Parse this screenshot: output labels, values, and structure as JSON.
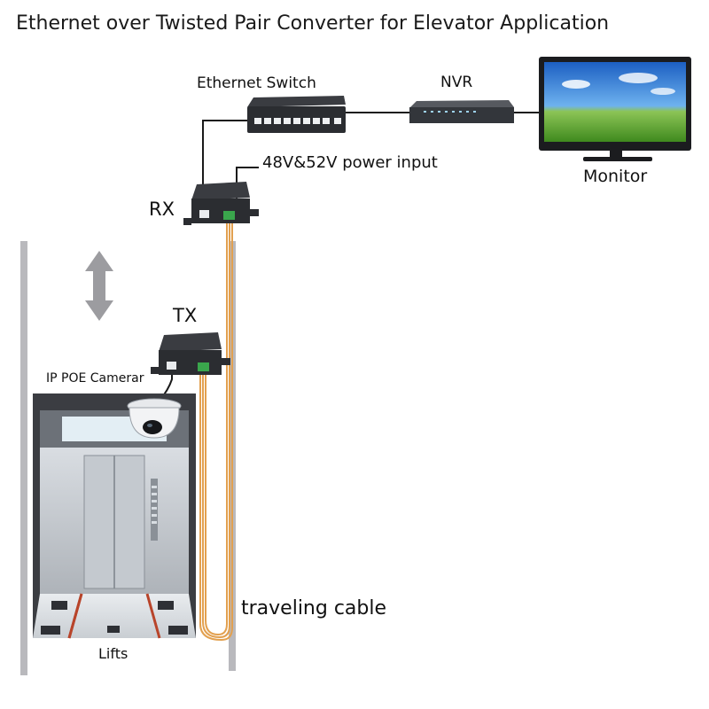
{
  "title": "Ethernet over Twisted Pair Converter for Elevator Application",
  "labels": {
    "ethernet_switch": "Ethernet Switch",
    "nvr": "NVR",
    "monitor": "Monitor",
    "power_input": "48V&52V power input",
    "rx": "RX",
    "tx": "TX",
    "camera": "IP POE Camerar",
    "traveling_cable": "traveling cable",
    "lifts": "Lifts"
  },
  "colors": {
    "device_dark": "#2b2d31",
    "shaft_rail": "#b9b9bd",
    "arrow_grey": "#9c9ca0",
    "cable_orange": "#e2a04f",
    "terminal_green": "#3aa64c",
    "sky_blue": "#2f7fd6",
    "grass_green": "#4f9a2a"
  },
  "icons": [
    "ethernet-switch-icon",
    "nvr-icon",
    "monitor-icon",
    "converter-icon",
    "dome-camera-icon",
    "elevator-car-icon",
    "up-down-arrow-icon"
  ]
}
